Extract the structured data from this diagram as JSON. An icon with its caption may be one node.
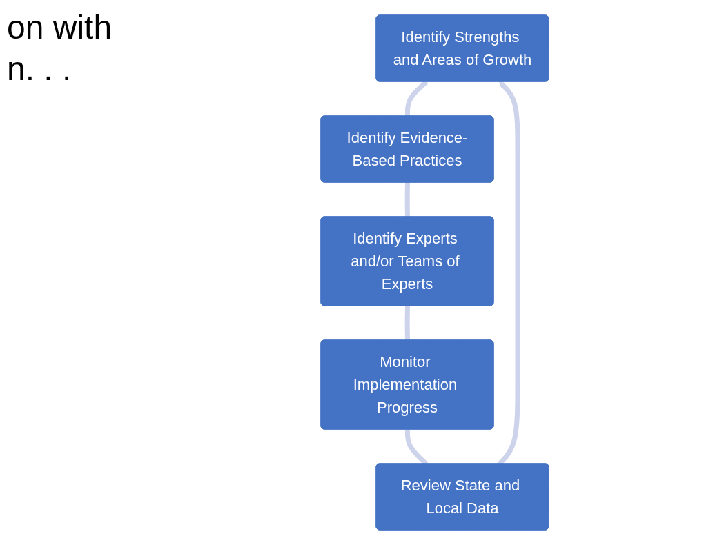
{
  "diagram": {
    "nodes": [
      {
        "text": [
          "Identify Strengths and Areas of Growth"
        ]
      },
      {
        "text": [
          "Identify Evidence-Based Practices"
        ]
      },
      {
        "text": [
          "Identify Experts and/or Teams of Experts"
        ]
      },
      {
        "text": [
          "Monitor Implementation Progress"
        ]
      },
      {
        "text": [
          "Review State and Local Data"
        ]
      }
    ],
    "edges": [
      {
        "from": 0,
        "to": 1,
        "arrow": "none"
      },
      {
        "from": 1,
        "to": 2,
        "arrow": "none"
      },
      {
        "from": 2,
        "to": 3,
        "arrow": "none"
      },
      {
        "from": 3,
        "to": 4,
        "arrow": "none"
      },
      {
        "from": 4,
        "to": 0,
        "arrow": "to"
      }
    ],
    "labels": [
      "on with",
      "n. . ."
    ]
  }
}
